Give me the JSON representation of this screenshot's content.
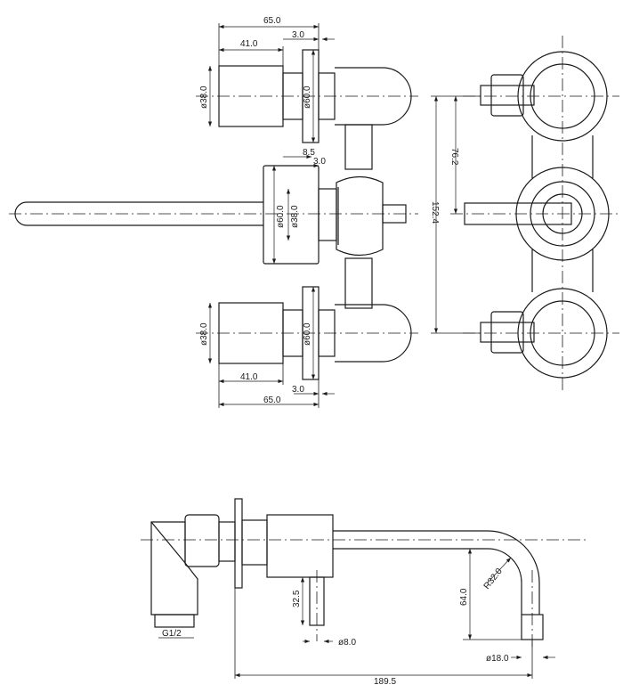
{
  "dimensions": {
    "top_width_total": "65.0",
    "top_handle_length": "41.0",
    "top_plate_thickness": "3.0",
    "top_handle_dia": "ø38.0",
    "top_plate_dia": "ø60.0",
    "spout_offset": "8.5",
    "spout_plate_thickness": "3.0",
    "spout_plate_dia": "ø60.0",
    "spout_dia": "ø38.0",
    "bottom_handle_dia": "ø38.0",
    "bottom_plate_dia": "ø60.0",
    "bottom_handle_length": "41.0",
    "bottom_plate_thickness": "3.0",
    "bottom_width_total": "65.0",
    "center_spacing": "76.2",
    "overall_height": "152.4",
    "side_depth": "32.5",
    "side_pipe_dia": "ø8.0",
    "side_drop": "64.0",
    "bend_radius": "R32.0",
    "outlet_dia": "ø18.0",
    "inlet_thread": "G1/2",
    "spout_reach": "189.5"
  }
}
